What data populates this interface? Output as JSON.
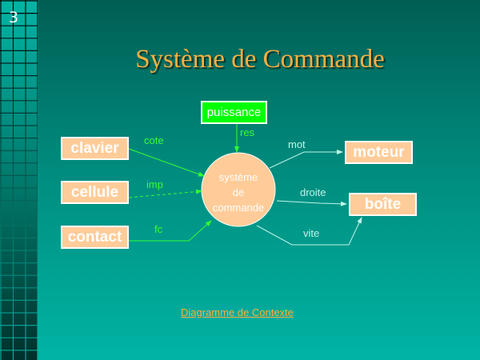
{
  "slide": {
    "number": "3",
    "title": "Système de Commande"
  },
  "diagram": {
    "central_process": {
      "line1": "système",
      "line2": "de",
      "line3": "commande"
    },
    "inputs": [
      {
        "entity": "clavier",
        "flow": "cote"
      },
      {
        "entity": "cellule",
        "flow": "imp"
      },
      {
        "entity": "contact",
        "flow": "fc"
      },
      {
        "entity": "puissance",
        "flow": "res"
      }
    ],
    "outputs": [
      {
        "entity": "moteur",
        "flow": "mot"
      },
      {
        "entity": "boîte",
        "flow": "droite"
      },
      {
        "entity": "boîte",
        "flow": "vite"
      }
    ]
  },
  "footer": {
    "link_label": "Diagramme de Contexte"
  },
  "colors": {
    "title": "#ffb040",
    "entity_fill": "#ffcc99",
    "power_fill": "#00ff00",
    "input_flow": "#33ff33",
    "output_flow": "#bdf6ea"
  }
}
